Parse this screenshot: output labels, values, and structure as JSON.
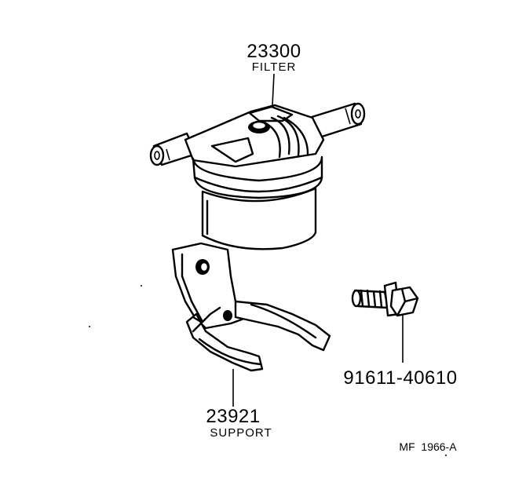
{
  "parts": [
    {
      "number": "23300",
      "name": "FILTER"
    },
    {
      "number": "23921",
      "name": "SUPPORT"
    },
    {
      "number": "91611-40610",
      "name": ""
    }
  ],
  "reference": "MF  1966-A"
}
